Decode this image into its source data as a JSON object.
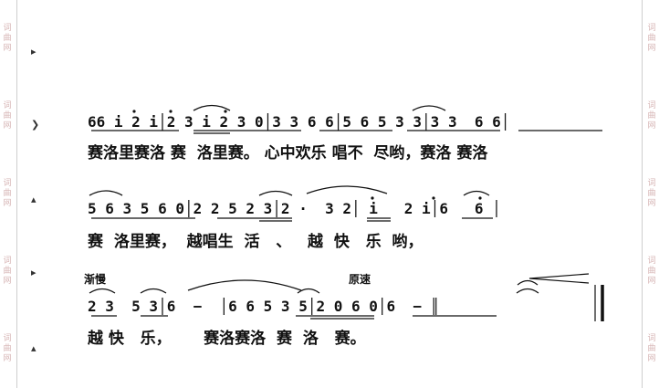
{
  "watermark": {
    "glyphs": [
      "词",
      "曲",
      "网"
    ]
  },
  "score": {
    "row1": {
      "notes": "66 i 2 i│2 3 i 2 3 0│3 3 6 6│5 6 5 3 3│3 3  6 6│",
      "lyrics": "赛洛里赛洛 赛  洛里赛。 心中欢乐 唱不  尽哟，赛洛 赛洛"
    },
    "row2": {
      "notes": "5 6 3 5 6 0│2 2 5 2 3│2 ·  3 2│ i   2 i│6   6 │",
      "lyrics": "赛  洛里赛，  越唱生  活   、   越  快   乐  哟，"
    },
    "row3": {
      "tempo_left": "渐慢",
      "tempo_right": "原速",
      "notes": "2 3  5 3│6  −  │6 6 5 3 5│2 0 6 0│6  − ║",
      "lyrics": "越 快   乐，      赛洛赛洛  赛  洛   赛。"
    }
  }
}
